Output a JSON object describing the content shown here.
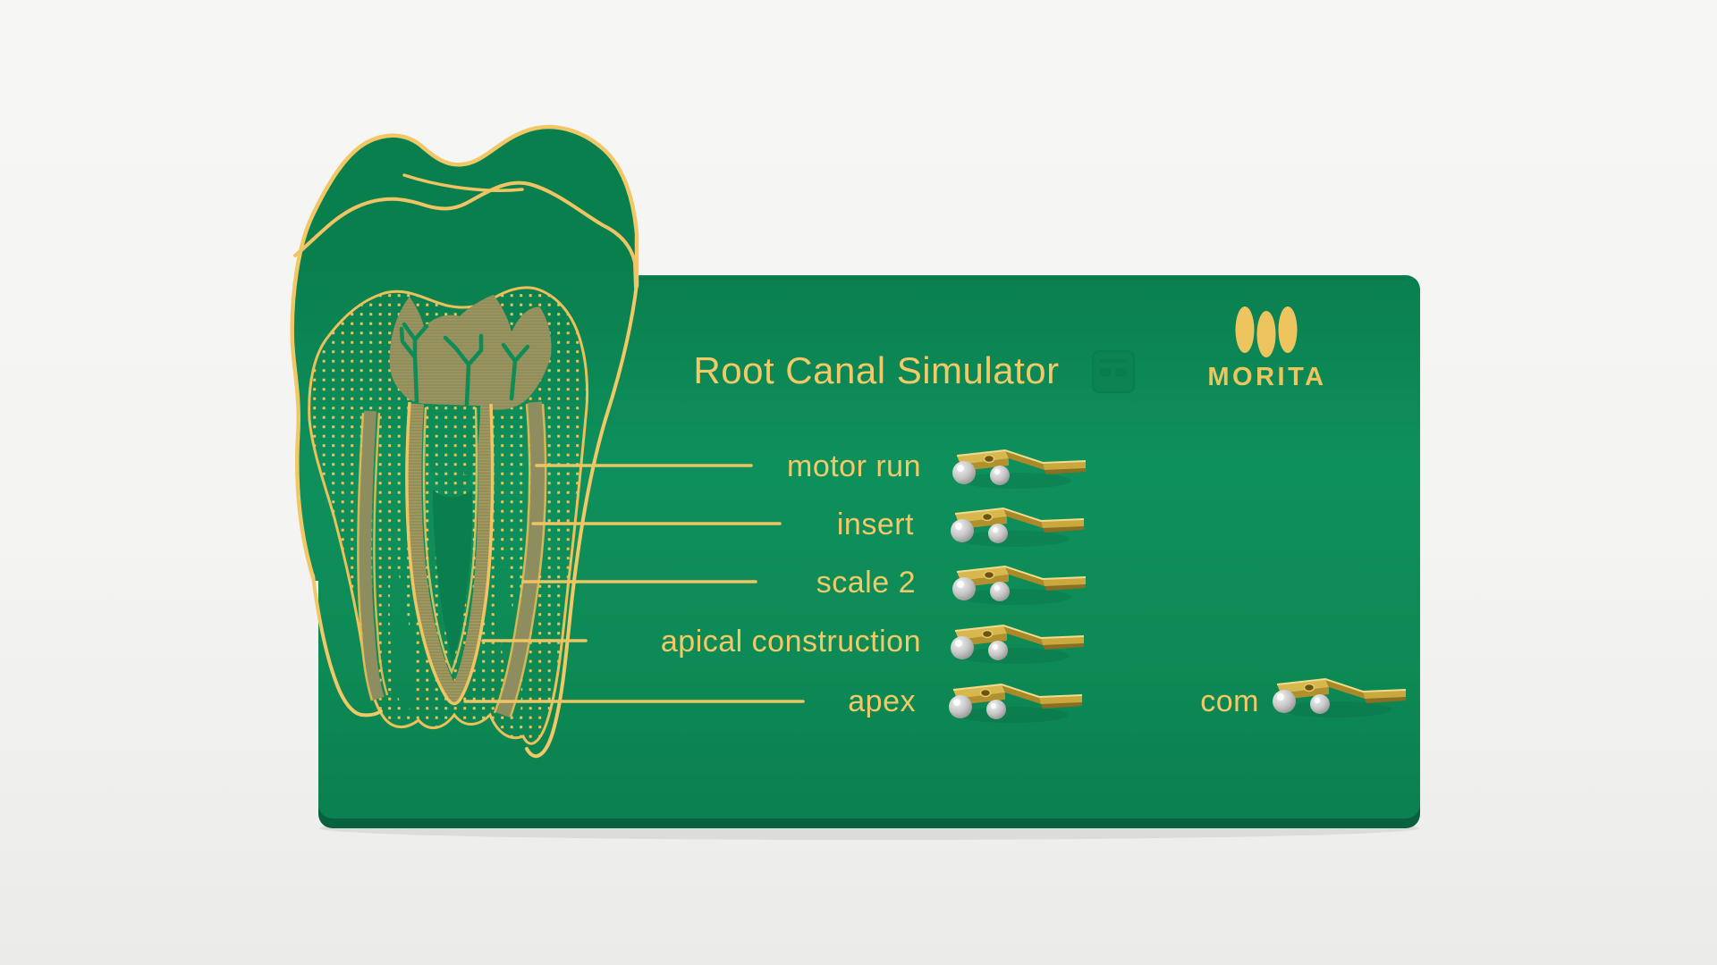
{
  "meta": {
    "type": "product-photo",
    "subject": "Root canal simulator dental practice PCB on light gray background"
  },
  "background": {
    "color": "#f3f3f1"
  },
  "board": {
    "title": "Root Canal Simulator",
    "brand": {
      "name": "MORITA",
      "logo": "three-vertical-ellipses"
    },
    "connection_labels": [
      "motor run",
      "insert",
      "scale 2",
      "apical construction",
      "apex"
    ],
    "common_label": "com",
    "terminal_count": 6,
    "illustration": "molar tooth cross-section with enamel outline, dotted dentin, olive pulp chamber and curved root canals",
    "colors": {
      "solder_mask_green": "#0d8c57",
      "board_edge_green": "#07613d",
      "silkscreen_gold": "#f2c766",
      "copper_olive": "#8d8d5f",
      "terminal_brass": "#caa83e",
      "solder_silver": "#c9c9c9"
    }
  }
}
